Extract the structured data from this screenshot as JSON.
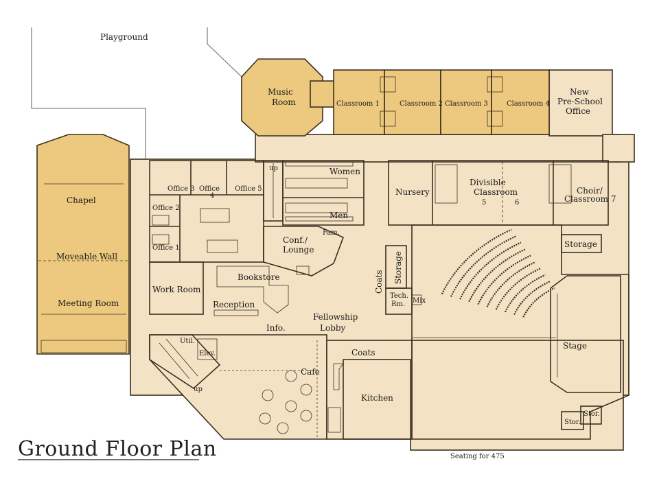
{
  "title": "Ground Floor Plan",
  "colors": {
    "building": "#f3e2c4",
    "highlight": "#ecc97e",
    "line": "#3b3020"
  },
  "labels": {
    "playground": "Playground",
    "music_room": [
      "Music",
      "Room"
    ],
    "classroom_1": "Classroom 1",
    "classroom_2": "Classroom 2",
    "classroom_3": "Classroom 3",
    "classroom_4": "Classroom 4",
    "preschool_office": [
      "New",
      "Pre-School",
      "Office"
    ],
    "chapel": "Chapel",
    "moveable_wall": "Moveable Wall",
    "meeting_room": "Meeting Room",
    "office_1": "Office 1",
    "office_2": "Office 2",
    "office_3": "Office 3",
    "office_4": [
      "Office",
      "4"
    ],
    "office_5": "Office 5",
    "women": "Women",
    "men": "Men",
    "fam": "Fam.",
    "conf_lounge": [
      "Conf./",
      "Lounge"
    ],
    "nursery": "Nursery",
    "divisible_classroom": [
      "Divisible",
      "Classroom"
    ],
    "divisible_5": "5",
    "divisible_6": "6",
    "choir_classroom": [
      "Choir/",
      "Classroom 7"
    ],
    "storage_right": "Storage",
    "storage_mid": "Storage",
    "coats_mid": "Coats",
    "tech_room": [
      "Tech.",
      "Rm."
    ],
    "mix": "Mix",
    "work_room": "Work Room",
    "bookstore": "Bookstore",
    "reception": "Reception",
    "info": "Info.",
    "fellowship_lobby": [
      "Fellowship",
      "Lobby"
    ],
    "util": "Util.",
    "elev": "Elev.",
    "up_a": "up",
    "up_b": "up",
    "cafe": "Cafe",
    "coats_kitchen": "Coats",
    "kitchen": "Kitchen",
    "stage": "Stage",
    "stor_a": "Stor.",
    "stor_b": "Stor.",
    "seating": "Seating for 475"
  }
}
